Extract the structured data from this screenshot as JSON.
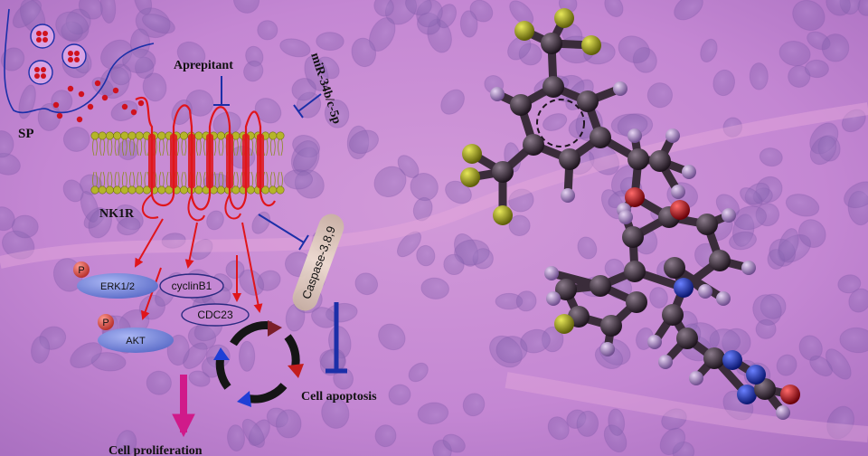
{
  "labels": {
    "sp": "SP",
    "aprepitant": "Aprepitant",
    "mirna": "miR-34b/c-5p",
    "nk1r": "NK1R",
    "caspase": "Caspase-3,8,9",
    "erk": "ERK1/2",
    "cyclin": "cyclinB1",
    "cdc": "CDC23",
    "akt": "AKT",
    "p1": "P",
    "p2": "P",
    "apoptosis": "Cell apoptosis",
    "proliferation": "Cell proliferation"
  },
  "colors": {
    "tissue": "#c98bd6",
    "activation": "#e0151b",
    "inhibition": "#1b2fa8",
    "proliferation_arrow": "#d01a8a",
    "membrane_head": "#b5b52a",
    "protein_oval": "#7d8ce0",
    "phospho": "#e05a52",
    "atom_carbon": "#3a2a3a",
    "atom_fluorine": "#9a9a1a",
    "atom_oxygen": "#c0151e",
    "atom_nitrogen": "#1f35d0",
    "atom_hydrogen": "#9a78b8"
  }
}
